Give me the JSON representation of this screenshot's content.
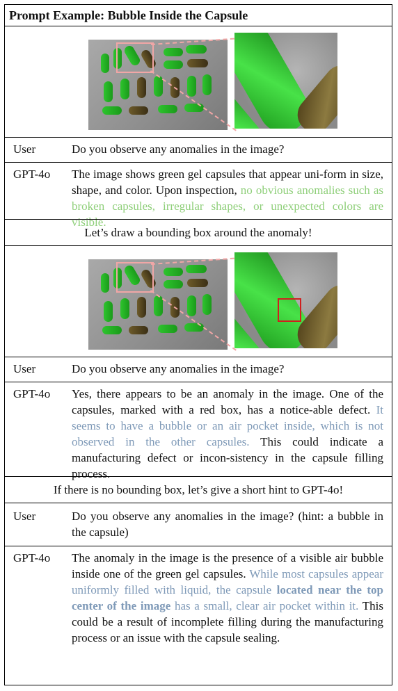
{
  "title": "Prompt Example: Bubble Inside the Capsule",
  "turn1": {
    "user_speaker": "User",
    "user_text": "Do you observe any anomalies in the image?",
    "gpt_speaker": "GPT-4o",
    "gpt_text_a": "The image shows green gel capsules that appear uni-form in size, shape, and color. Upon inspection, ",
    "gpt_text_b": "no obvious anomalies such as broken capsules, irregular shapes, or unexpected colors are visible."
  },
  "section2_note": "Let’s draw a bounding box around the anomaly!",
  "turn2": {
    "user_speaker": "User",
    "user_text": "Do you observe any anomalies in the image?",
    "gpt_speaker": "GPT-4o",
    "gpt_text_a": "Yes, there appears to be an anomaly in the image. One of the capsules, marked with a red box, has a notice-able defect. ",
    "gpt_text_b": "It seems to have a bubble or an air pocket inside, which is not observed in the other capsules.",
    "gpt_text_c": " This could indicate a manufacturing defect or incon-sistency in the capsule filling process."
  },
  "section3_note": "If there is no bounding box, let’s give a short hint to GPT-4o!",
  "turn3": {
    "user_speaker": "User",
    "user_text": "Do you observe any anomalies in the image? (hint: a bubble in the capsule)",
    "gpt_speaker": "GPT-4o",
    "gpt_text_a": "The anomaly in the image is the presence of a visible air bubble inside one of the green gel capsules. ",
    "gpt_text_b": "While most capsules appear uniformly filled with liquid, the capsule ",
    "gpt_text_bold": "located near the top center of the image",
    "gpt_text_c": " has a small, clear air pocket within it.",
    "gpt_text_d": " This could be a result of incomplete filling during the manufacturing process or an issue with the capsule sealing."
  },
  "colors": {
    "green_highlight": "#8fcf7a",
    "blue_highlight": "#7f9ab8",
    "zoom_box": "#f1a6a6",
    "anomaly_box": "#d01f1f"
  }
}
